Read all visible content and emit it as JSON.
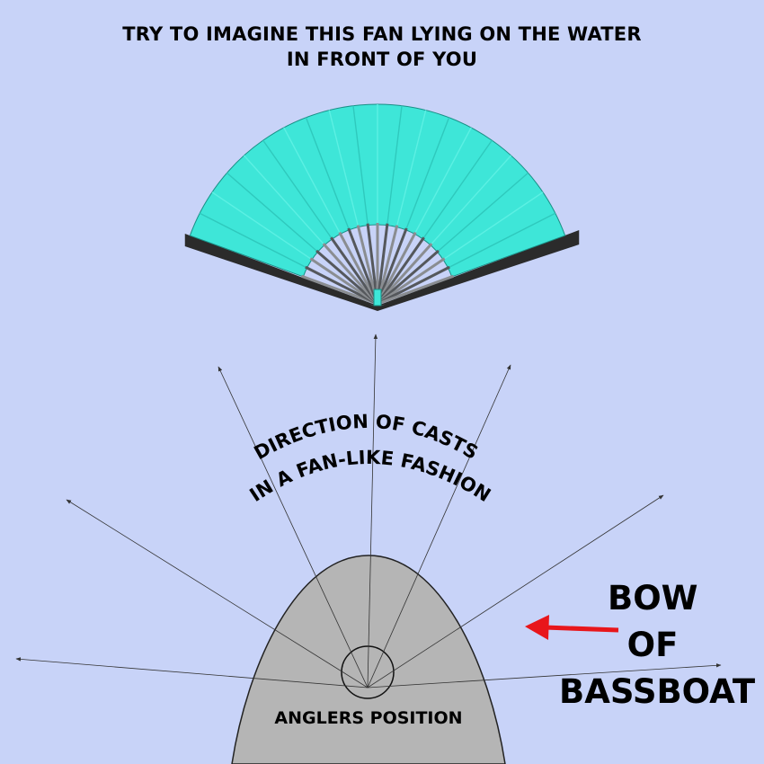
{
  "header": {
    "line1": "TRY TO IMAGINE THIS FAN LYING ON THE WATER",
    "line2": "IN FRONT OF YOU"
  },
  "cast_label": {
    "line1": "DIRECTION OF CASTS",
    "line2": "IN A FAN-LIKE FASHION"
  },
  "boat": {
    "label_line1": "BOW",
    "label_line2": "OF",
    "label_line3": "BASSBOAT",
    "angler_label": "ANGLERS POSITION"
  },
  "colors": {
    "background": "#c8d3f8",
    "fan_paper": "#3ee6d8",
    "fan_ribs": "#6b6e72",
    "boat": "#b5b5b5",
    "arrow": "#e8161b"
  },
  "icons": [
    "fan-icon",
    "red-arrow-icon"
  ]
}
